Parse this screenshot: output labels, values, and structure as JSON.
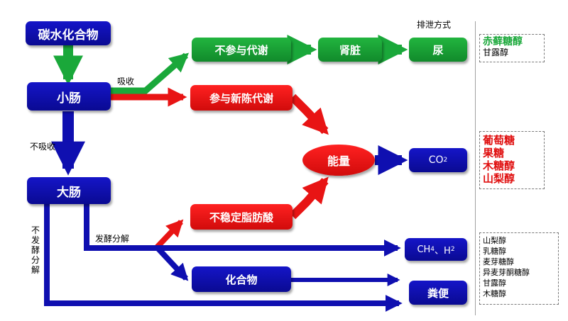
{
  "nodes": {
    "carb": "碳水化合物",
    "small_intestine": "小肠",
    "large_intestine": "大肠",
    "not_metabolized": "不参与代谢",
    "kidney": "肾脏",
    "urine": "尿",
    "metabolism": "参与新陈代谢",
    "energy": "能量",
    "co2": "CO",
    "co2_sub": "2",
    "unstable_fatty_acid": "不稳定脂肪酸",
    "gas_ch": "CH",
    "gas_ch_sub": "4",
    "gas_sep": "、H",
    "gas_h_sub": "2",
    "compound": "化合物",
    "feces": "粪便"
  },
  "labels": {
    "excretion_mode": "排泄方式",
    "absorb": "吸收",
    "not_absorb": "不吸收",
    "ferment_decompose": "发酵分解",
    "not_ferment": "不发酵分解"
  },
  "lists": {
    "urine_group": [
      "赤藓糖醇",
      "甘露醇"
    ],
    "energy_group": [
      "葡萄糖",
      "果糖",
      "木糖醇",
      "山梨醇"
    ],
    "feces_group": [
      "山梨醇",
      "乳糖醇",
      "麦芽糖醇",
      "异麦芽酮糖醇",
      "甘露醇",
      "木糖醇"
    ]
  },
  "colors": {
    "blue": "#0f0fb0",
    "green": "#1aa83a",
    "red": "#e81414",
    "text_green": "#1aa83a",
    "text_red": "#e01010"
  }
}
